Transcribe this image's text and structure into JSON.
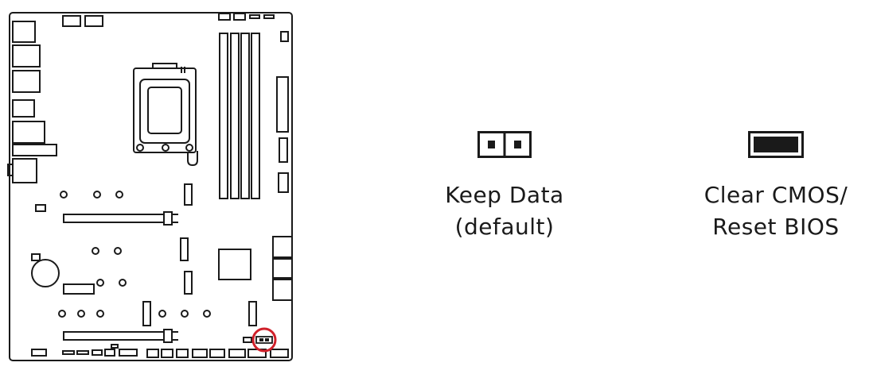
{
  "options": [
    {
      "id": "keep-data",
      "line1": "Keep Data",
      "line2": "(default)",
      "jumper_state": "open",
      "icon": "two-pin-jumper-open-icon"
    },
    {
      "id": "clear-cmos",
      "line1": "Clear CMOS/",
      "line2": "Reset BIOS",
      "jumper_state": "shorted",
      "icon": "two-pin-jumper-shorted-icon"
    }
  ],
  "colors": {
    "outline": "#1a1a1a",
    "highlight": "#d0202a",
    "fill": "#1a1a1a"
  }
}
